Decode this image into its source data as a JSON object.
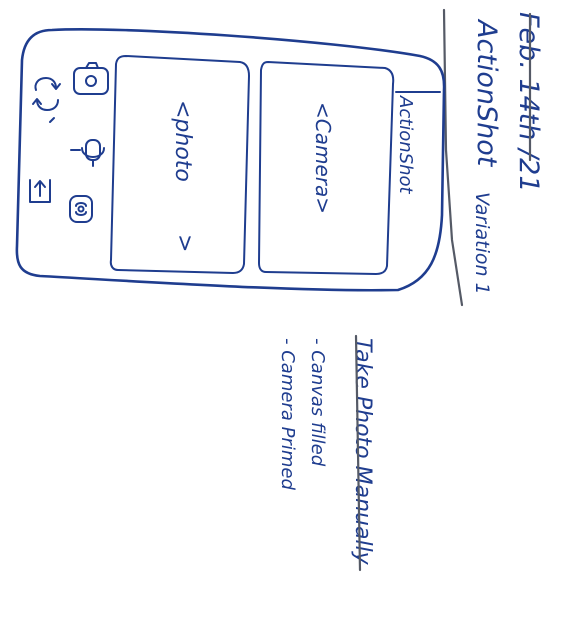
{
  "header": {
    "date": "Feb. 14th /21",
    "title": "ActionShot",
    "subtitle": "Variation 1"
  },
  "phone": {
    "app_title": "ActionShot",
    "camera_panel_label": "<Camera>",
    "photo_panel_label": "<photo",
    "photo_chevron": ">",
    "side_icons": [
      "camera-icon",
      "rotate-icon",
      "microphone-icon",
      "upload-icon",
      "camera-switch-icon"
    ]
  },
  "notes": {
    "heading": "Take Photo Manually",
    "items": [
      "- Canvas filled",
      "- Camera Primed"
    ]
  },
  "colors": {
    "ink": "#1f3d8f",
    "rule": "#555a66",
    "paper": "#ffffff"
  }
}
